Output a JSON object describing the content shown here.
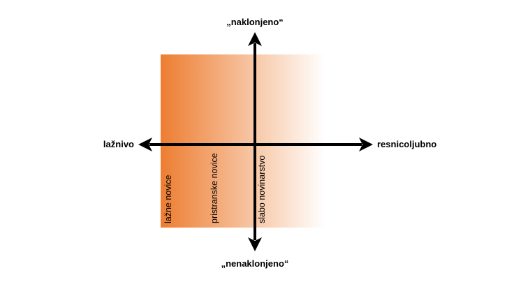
{
  "axes": {
    "top": "„naklonjeno“",
    "bottom": "„nenaklonjeno“",
    "left": "lažnivo",
    "right": "resnicoljubno"
  },
  "regions": [
    {
      "label": "lažne novice"
    },
    {
      "label": "pristranske novice"
    },
    {
      "label": "slabo novinarstvo"
    }
  ],
  "colors": {
    "gradient_start": "#ed7d31",
    "gradient_end": "#ffffff",
    "axis": "#000000"
  }
}
